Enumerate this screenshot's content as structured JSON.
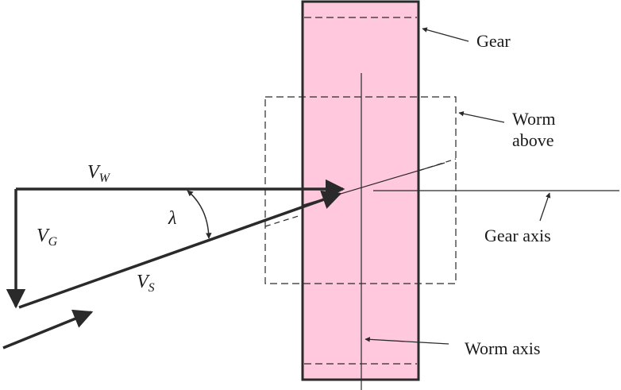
{
  "labels": {
    "gear": "Gear",
    "worm_above_line1": "Worm",
    "worm_above_line2": "above",
    "gear_axis": "Gear axis",
    "worm_axis": "Worm axis"
  },
  "symbols": {
    "vw": {
      "base": "V",
      "sub": "W"
    },
    "vg": {
      "base": "V",
      "sub": "G"
    },
    "vs": {
      "base": "V",
      "sub": "S"
    },
    "lambda": "λ"
  },
  "colors": {
    "gear_fill": "#ffc8dc",
    "stroke": "#2a2a2a"
  }
}
